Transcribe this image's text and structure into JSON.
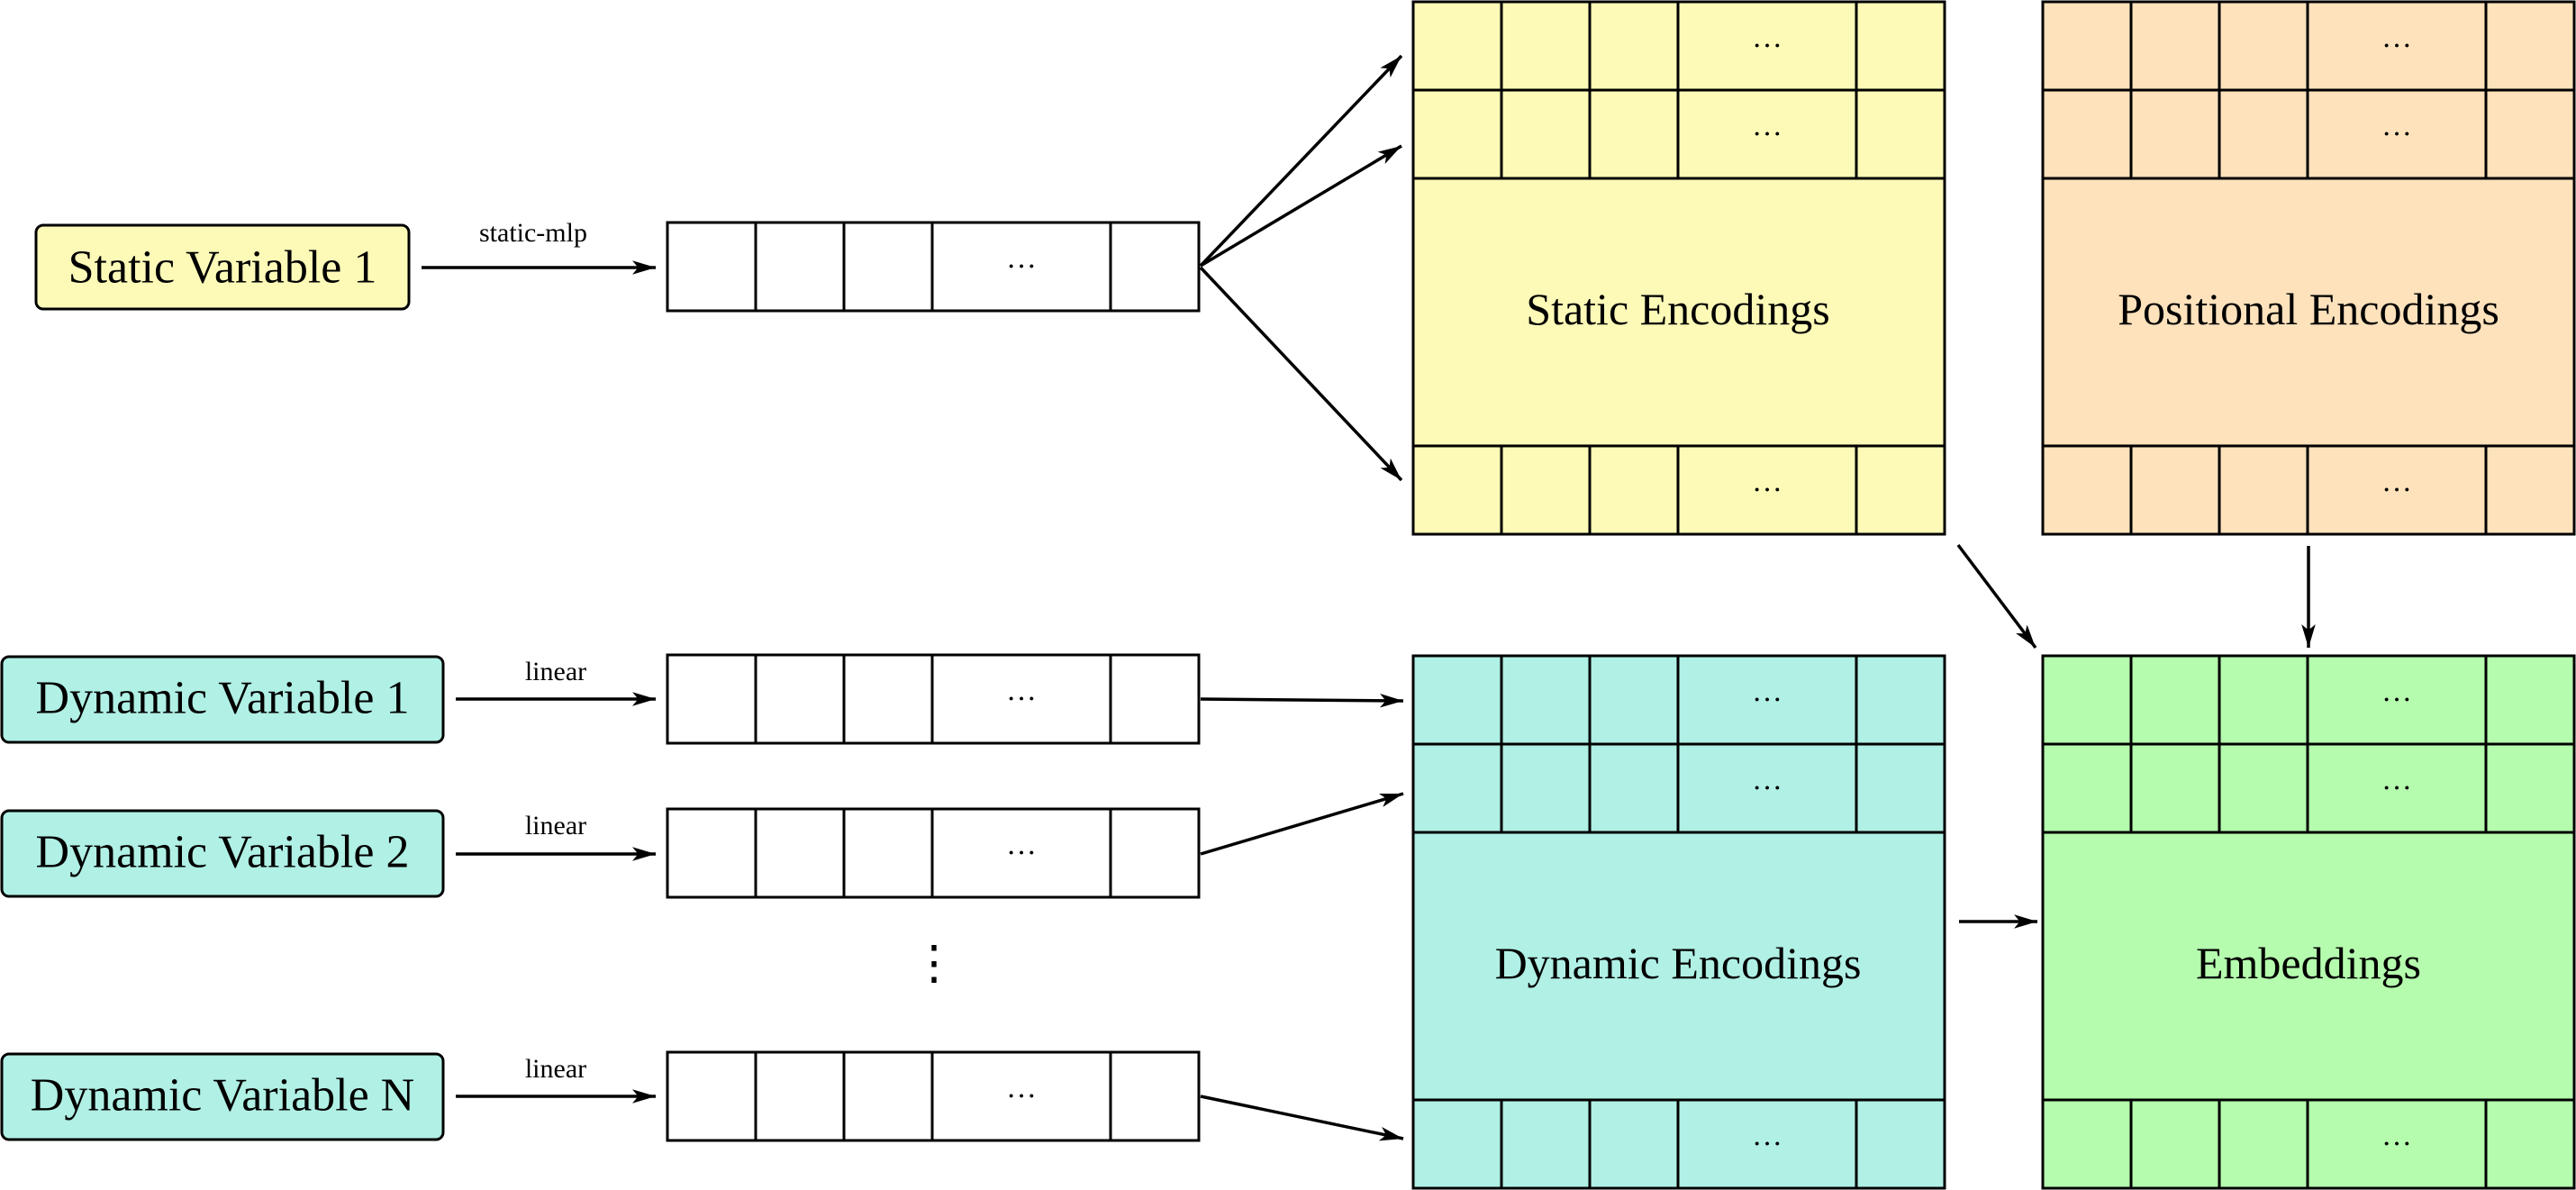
{
  "inputs": {
    "static_1": "Static Variable 1",
    "dynamic_1": "Dynamic Variable 1",
    "dynamic_2": "Dynamic Variable 2",
    "dynamic_n": "Dynamic Variable N"
  },
  "edge_labels": {
    "static": "static-mlp",
    "dynamic_1": "linear",
    "dynamic_2": "linear",
    "dynamic_n": "linear"
  },
  "vector_ellipsis": "···",
  "vertical_ellipsis": "⋮",
  "matrices": {
    "static": "Static Encodings",
    "positional": "Positional Encodings",
    "dynamic": "Dynamic Encodings",
    "embeddings": "Embeddings"
  },
  "colors": {
    "static_fill": "#fdfab8",
    "positional_fill": "#fde2bc",
    "dynamic_fill": "#b0f0e5",
    "embeddings_fill": "#b5fcae",
    "stroke": "#000000"
  }
}
